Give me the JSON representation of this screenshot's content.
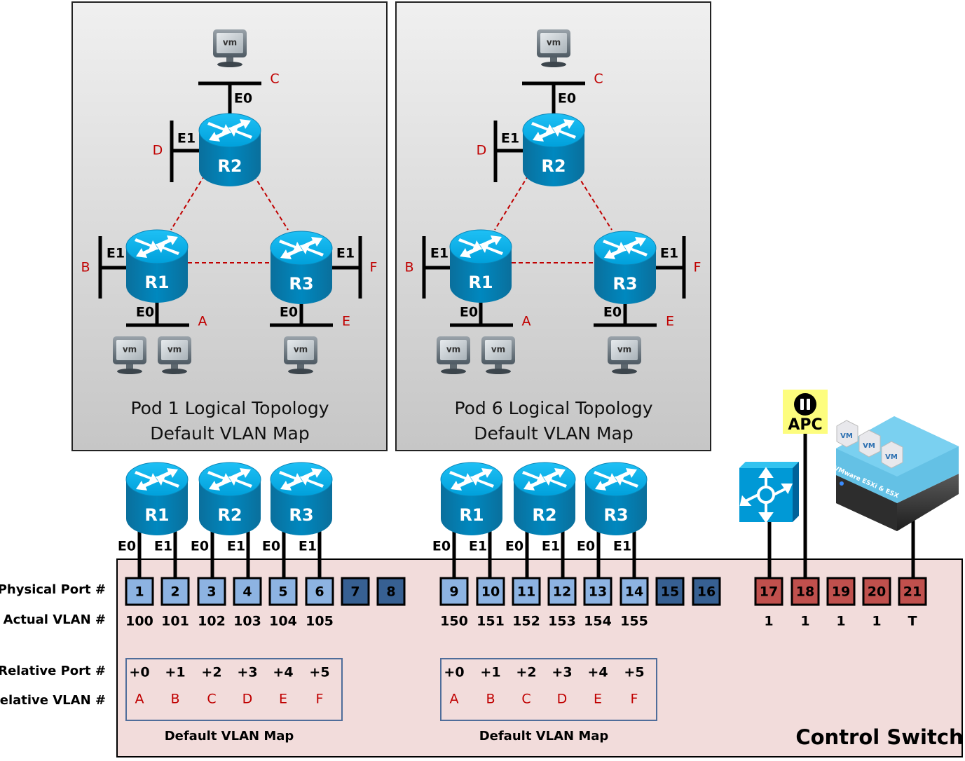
{
  "pods": [
    {
      "title": "Pod 1 Logical Topology",
      "subtitle": "Default VLAN Map"
    },
    {
      "title": "Pod 6 Logical Topology",
      "subtitle": "Default VLAN Map"
    }
  ],
  "topology": {
    "routers": [
      "R1",
      "R2",
      "R3"
    ],
    "interfaces": {
      "e0": "E0",
      "e1": "E1"
    },
    "segments": {
      "r1_e0": "A",
      "r1_e1": "B",
      "r2_e0": "C",
      "r2_e1": "D",
      "r3_e0": "E",
      "r3_e1": "F"
    },
    "vm_label": "vm"
  },
  "switch": {
    "title": "Control Switch",
    "row_labels": {
      "physical_port": "Physical Port #",
      "actual_vlan": "Actual VLAN #",
      "relative_port": "Relative Port #",
      "relative_vlan": "Relative VLAN #"
    },
    "ports": [
      {
        "port": "1",
        "vlan": "100",
        "type": "pod"
      },
      {
        "port": "2",
        "vlan": "101",
        "type": "pod"
      },
      {
        "port": "3",
        "vlan": "102",
        "type": "pod"
      },
      {
        "port": "4",
        "vlan": "103",
        "type": "pod"
      },
      {
        "port": "5",
        "vlan": "104",
        "type": "pod"
      },
      {
        "port": "6",
        "vlan": "105",
        "type": "pod"
      },
      {
        "port": "7",
        "vlan": "",
        "type": "unused"
      },
      {
        "port": "8",
        "vlan": "",
        "type": "unused"
      },
      {
        "port": "9",
        "vlan": "150",
        "type": "pod"
      },
      {
        "port": "10",
        "vlan": "151",
        "type": "pod"
      },
      {
        "port": "11",
        "vlan": "152",
        "type": "pod"
      },
      {
        "port": "12",
        "vlan": "153",
        "type": "pod"
      },
      {
        "port": "13",
        "vlan": "154",
        "type": "pod"
      },
      {
        "port": "14",
        "vlan": "155",
        "type": "pod"
      },
      {
        "port": "15",
        "vlan": "",
        "type": "unused"
      },
      {
        "port": "16",
        "vlan": "",
        "type": "unused"
      },
      {
        "port": "17",
        "vlan": "1",
        "type": "infra"
      },
      {
        "port": "18",
        "vlan": "1",
        "type": "infra"
      },
      {
        "port": "19",
        "vlan": "1",
        "type": "infra"
      },
      {
        "port": "20",
        "vlan": "1",
        "type": "infra"
      },
      {
        "port": "21",
        "vlan": "T",
        "type": "infra"
      }
    ],
    "relative_map": {
      "ports": [
        "+0",
        "+1",
        "+2",
        "+3",
        "+4",
        "+5"
      ],
      "vlans": [
        "A",
        "B",
        "C",
        "D",
        "E",
        "F"
      ],
      "caption": "Default VLAN Map"
    }
  },
  "devices": {
    "apc_label": "APC",
    "esxi_label": "VMware ESXi & ESX",
    "esxi_vm_label": "VM"
  },
  "colors": {
    "port_pod": "#8db3e2",
    "port_unused": "#376092",
    "port_infra": "#c0504d",
    "switch_bg": "#f2dcdb",
    "segment_label": "#c00000",
    "router": "#00a2d9",
    "apc_bg": "#fdfd7e"
  }
}
